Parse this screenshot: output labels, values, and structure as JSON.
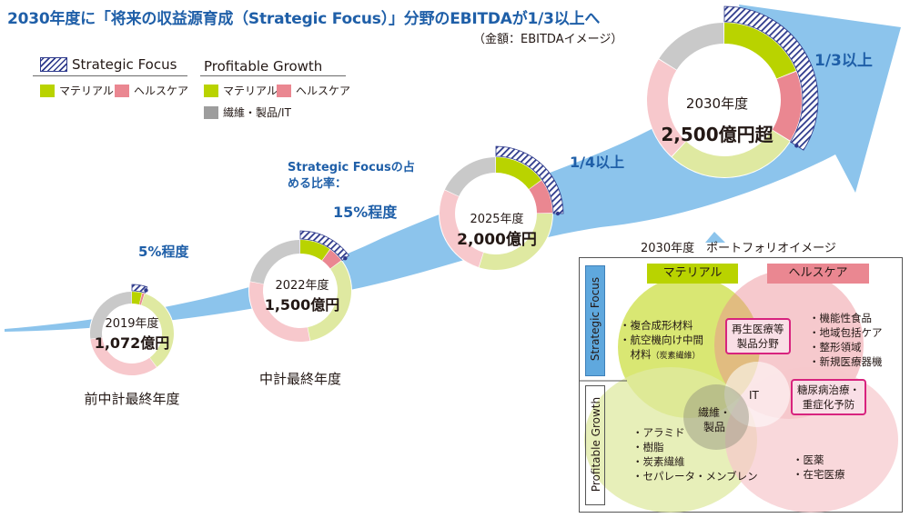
{
  "title": "2030年度に「将来の収益源育成（Strategic Focus）」分野のEBITDAが1/3以上へ",
  "subtitle": "（金額：EBITDAイメージ）",
  "legend": {
    "strategic_focus": "Strategic Focus",
    "profitable_growth": "Profitable Growth",
    "material": "マテリアル",
    "healthcare": "ヘルスケア",
    "fiber": "繊維・製品/IT"
  },
  "colors": {
    "material": "#b9d300",
    "healthcare": "#ea8791",
    "fiber": "#9d9d9d",
    "pg_material": "#dfe9a1",
    "pg_healthcare": "#f7c8cc",
    "pg_fiber": "#c9c9c9",
    "arrow": "#8cc4ec",
    "accent_blue": "#1f5fa8",
    "hatch": "#2e3a8c"
  },
  "rings": [
    {
      "year": "2019年度",
      "value": "1,072億円",
      "caption": "前中計最終年度",
      "share_label": "5%程度"
    },
    {
      "year": "2022年度",
      "value": "1,500億円",
      "caption": "中計最終年度",
      "share_label_intro": "Strategic Focusの占める比率：",
      "share_label": "15%程度"
    },
    {
      "year": "2025年度",
      "value": "2,000億円",
      "share_label": "1/4以上"
    },
    {
      "year": "2030年度",
      "value": "2,500億円超",
      "share_label": "1/3以上"
    }
  ],
  "chart_data": {
    "type": "pie",
    "title": "2030年度に「将来の収益源育成（Strategic Focus）」分野のEBITDAが1/3以上へ",
    "unit": "億円",
    "categories": [
      "2019年度",
      "2022年度",
      "2025年度",
      "2030年度"
    ],
    "series": [
      {
        "name": "Strategic Focus",
        "values": [
          0.05,
          0.15,
          0.25,
          0.33
        ]
      }
    ],
    "totals": [
      1072,
      1500,
      2000,
      2500
    ],
    "segments_order": [
      "SF マテリアル",
      "SF ヘルスケア",
      "PG マテリアル",
      "PG ヘルスケア",
      "繊維・製品/IT"
    ],
    "segment_shares": [
      [
        0.04,
        0.01,
        0.35,
        0.33,
        0.27
      ],
      [
        0.1,
        0.05,
        0.32,
        0.31,
        0.22
      ],
      [
        0.15,
        0.1,
        0.3,
        0.27,
        0.18
      ],
      [
        0.19,
        0.15,
        0.28,
        0.22,
        0.16
      ]
    ]
  },
  "portfolio": {
    "title": "2030年度　ポートフォリオイメージ",
    "material": "マテリアル",
    "healthcare": "ヘルスケア",
    "strategic_focus": "Strategic Focus",
    "profitable_growth": "Profitable Growth",
    "sf_material_items": [
      "・複合成形材料",
      "・航空機向け中間",
      "　材料"
    ],
    "sf_material_note": "（炭素繊維）",
    "sf_health_items": [
      "・機能性食品",
      "・地域包括ケア",
      "・整形領域",
      "・新規医療器機"
    ],
    "box_regen": [
      "再生医療等",
      "製品分野"
    ],
    "box_diabetes": [
      "糖尿病治療・",
      "重症化予防"
    ],
    "it": "IT",
    "fiber": [
      "繊維・",
      "製品"
    ],
    "pg_material_items": [
      "・アラミド",
      "・樹脂",
      "・炭素繊維",
      "・セパレータ・メンブレン"
    ],
    "pg_health_items": [
      "・医薬",
      "・在宅医療"
    ]
  }
}
